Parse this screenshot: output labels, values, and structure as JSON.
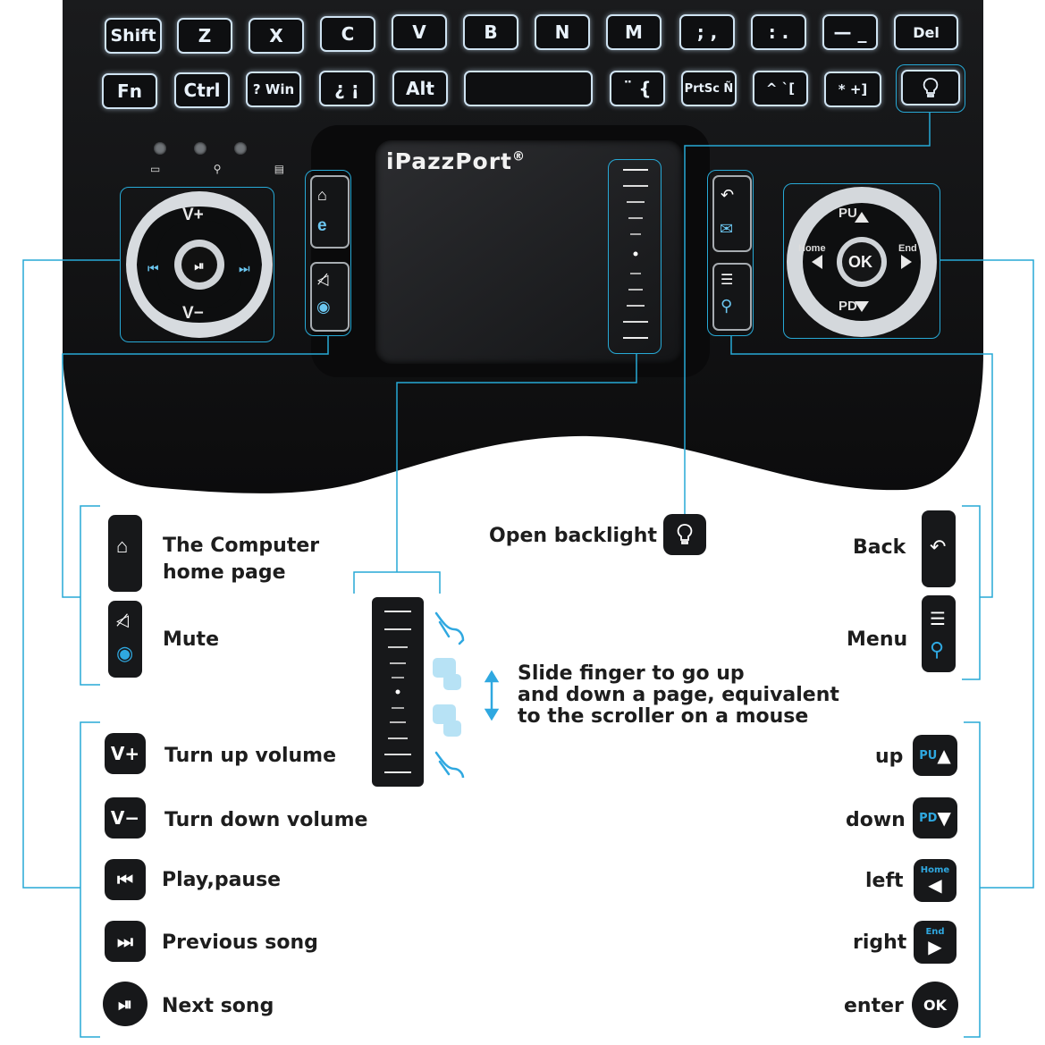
{
  "brand": {
    "name": "iPazzPort",
    "mark": "®"
  },
  "keyboard": {
    "row1": [
      "Shift",
      "Z",
      "X",
      "C",
      "V",
      "B",
      "N",
      "M",
      "; ,",
      ": .",
      "— _",
      "Del"
    ],
    "row2": [
      "Fn",
      "Ctrl",
      "? Win",
      "¿ ¡",
      "Alt",
      "",
      "¨ {",
      "PrtSc Ñ",
      "^ `[",
      "* +]",
      ""
    ]
  },
  "dpad_left": {
    "up": "V+",
    "down": "V−"
  },
  "dpad_right": {
    "up": "PU",
    "down": "PD",
    "left": "Home",
    "right": "End",
    "center": "OK"
  },
  "legend_left": [
    {
      "icon": "home-icon",
      "text_line1": "The Computer",
      "text_line2": "home page"
    },
    {
      "icon": "mute-icon",
      "text": "Mute"
    },
    {
      "key": "V+",
      "text": "Turn up volume"
    },
    {
      "key": "V−",
      "text": "Turn down volume"
    },
    {
      "key": "⏮",
      "text": "Play,pause"
    },
    {
      "key": "⏭",
      "text": "Previous song"
    },
    {
      "key": "⏯",
      "text": "Next song"
    }
  ],
  "legend_center": {
    "backlight": "Open backlight",
    "scroll_line1": "Slide finger to go up",
    "scroll_line2": "and down a page, equivalent",
    "scroll_line3": "to the scroller on a mouse"
  },
  "legend_right": [
    {
      "icon": "back-icon",
      "text": "Back"
    },
    {
      "icon": "menu-icon",
      "text": "Menu"
    },
    {
      "key": "PU",
      "text": "up"
    },
    {
      "key": "PD",
      "text": "down"
    },
    {
      "key": "Home",
      "text": "left"
    },
    {
      "key": "End",
      "text": "right"
    },
    {
      "key": "OK",
      "text": "enter"
    }
  ],
  "colors": {
    "accent": "#27a9d6",
    "device": "#121315",
    "key_glow": "#cfe3f2"
  }
}
